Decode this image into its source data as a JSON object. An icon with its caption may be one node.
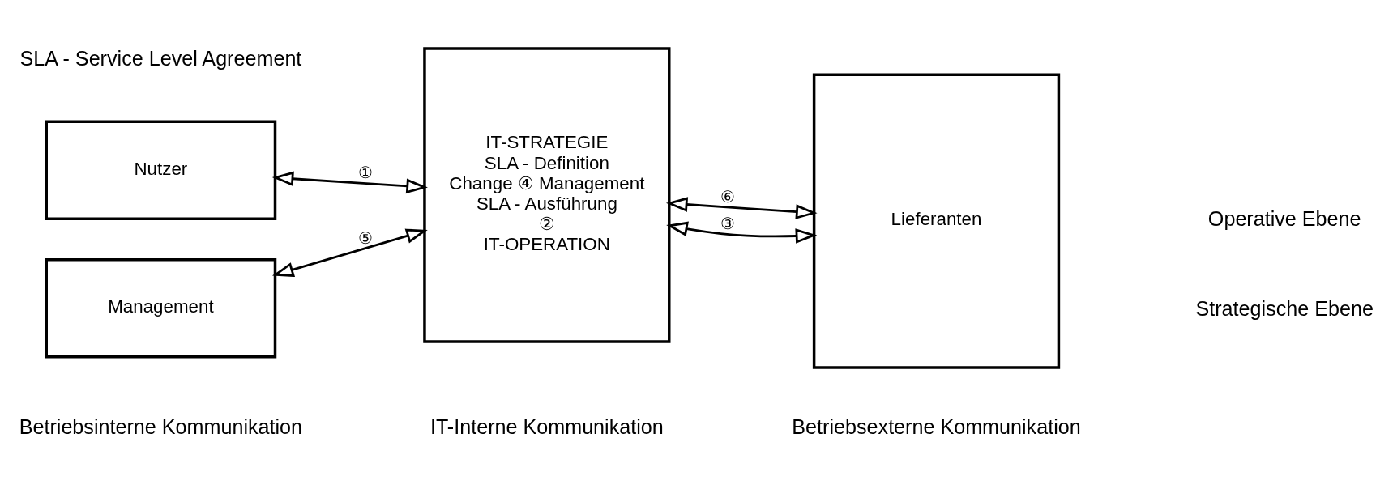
{
  "diagram": {
    "nodes": [
      {
        "text": [
          "Management"
        ]
      },
      {
        "text": [
          "Nutzer"
        ]
      },
      {
        "text": [
          "IT-STRATEGIE",
          "SLA - Definition",
          "Change ④ Management",
          "SLA - Ausführung",
          "②",
          "IT-OPERATION"
        ]
      },
      {
        "text": [
          "Lieferanten"
        ]
      }
    ],
    "edges": [
      {
        "from": 0,
        "to": 2,
        "arrow": "both",
        "label": "⑤"
      },
      {
        "from": 2,
        "to": 3,
        "arrow": "both",
        "label": "⑥"
      },
      {
        "from": 1,
        "to": 2,
        "arrow": "both",
        "label": "①"
      },
      {
        "from": 2,
        "to": 3,
        "arrow": "both",
        "label": "③"
      }
    ],
    "labels": [
      "Betriebsinterne Kommunikation",
      "IT-Interne Kommunikation",
      "Betriebsexterne Kommunikation",
      "Strategische Ebene",
      "Operative Ebene",
      "SLA - Service Level Agreement"
    ]
  }
}
